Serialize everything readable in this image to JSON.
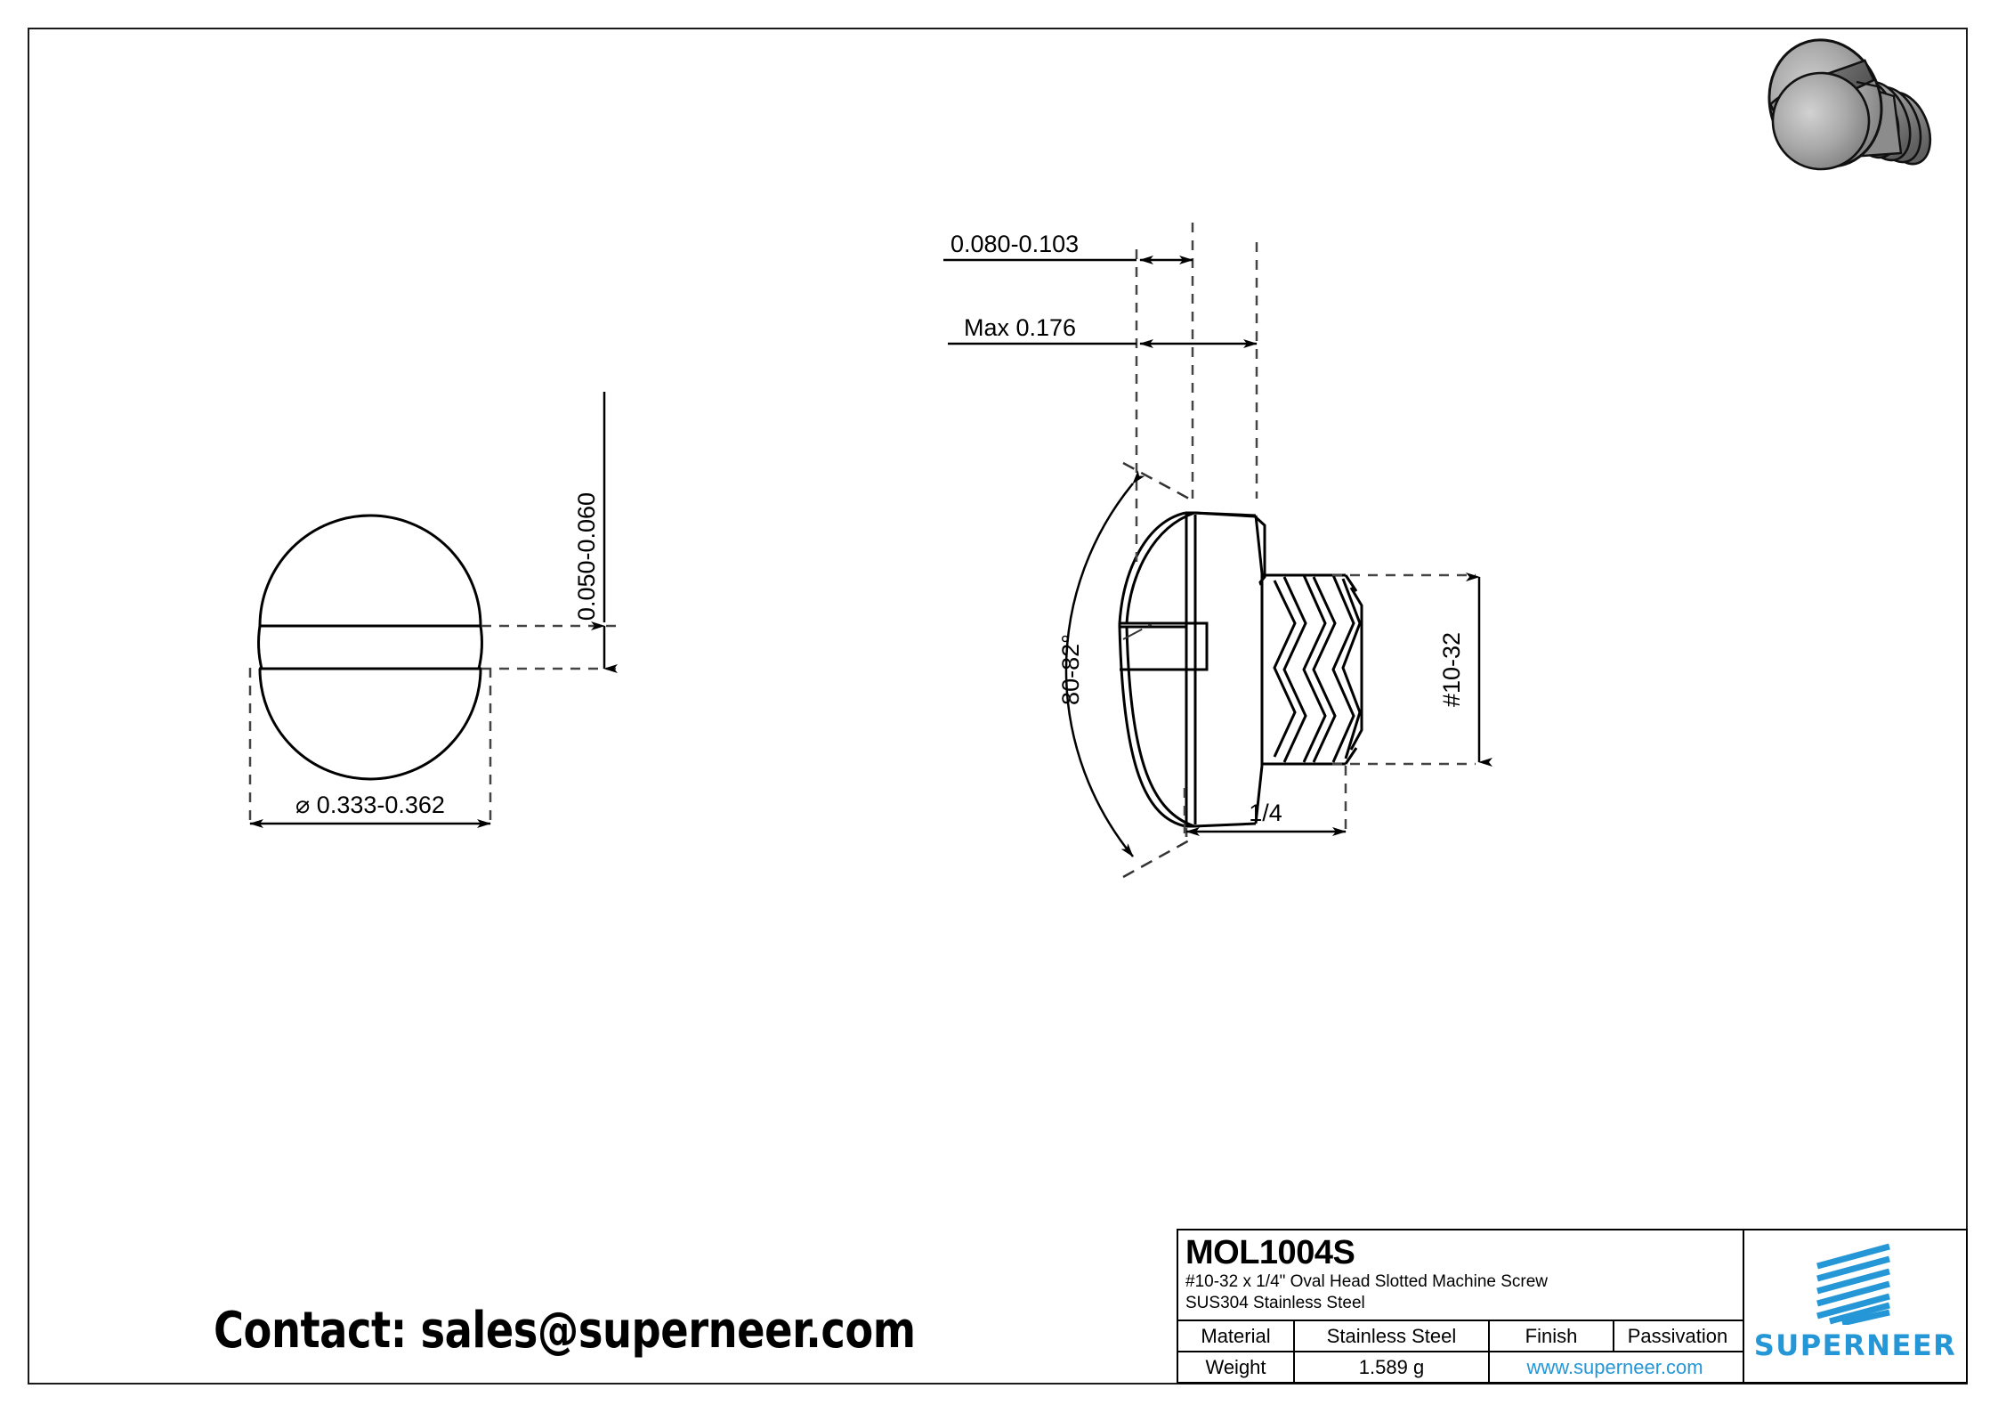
{
  "sheet": {
    "background": "#ffffff",
    "border_color": "#1a1a1a"
  },
  "contact": {
    "text": "Contact: sales@superneer.com"
  },
  "views": {
    "front_view": {
      "name": "head-top-view",
      "dimensions": {
        "diameter": "⌀ 0.333-0.362",
        "slot_depth": "0.050-0.060"
      }
    },
    "side_view": {
      "name": "screw-side-section-view",
      "dimensions": {
        "slot_width": "0.080-0.103",
        "head_height_max": "Max 0.176",
        "head_angle": "80-82°",
        "thread_spec": "#10-32",
        "shank_length": "1/4"
      }
    }
  },
  "title_block": {
    "part_number": "MOL1004S",
    "description_line1": "#10-32 x 1/4\" Oval Head Slotted Machine Screw",
    "description_line2": "SUS304 Stainless Steel",
    "rows": [
      {
        "label": "Material",
        "value": "Stainless Steel",
        "label2": "Finish",
        "value2": "Passivation"
      },
      {
        "label": "Weight",
        "value": "1.589 g",
        "url": "www.superneer.com"
      }
    ],
    "brand": {
      "name": "SUPERNEER",
      "color": "#2596d6",
      "mark_stripes": 7
    }
  },
  "render": {
    "name": "screw-3d-render",
    "colors": {
      "highlight": "#c9c9c9",
      "midtone": "#9a9a9a",
      "shadow": "#6e6e6e",
      "outline": "#111111"
    }
  },
  "colors": {
    "line": "#000000",
    "brand_blue": "#2596d6",
    "paper": "#ffffff"
  }
}
